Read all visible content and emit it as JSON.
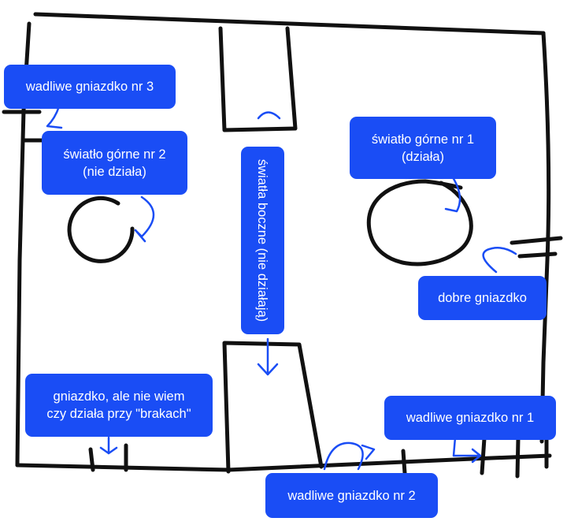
{
  "colors": {
    "ink": "#111111",
    "label_bg": "#1a4df5",
    "label_text": "#ffffff",
    "arrow": "#1a4df5"
  },
  "labels": {
    "wadliwe_3": "wadliwe gniazdko nr 3",
    "swiatlo_2": "światło górne nr 2\n(nie działa)",
    "swiatla_boczne": "światła boczne (nie działają)",
    "swiatlo_1": "światło górne nr 1\n(działa)",
    "dobre": "dobre gniazdko",
    "niewiem": "gniazdko, ale nie wiem\nczy działa przy \"brakach\"",
    "wadliwe_1": "wadliwe gniazdko nr 1",
    "wadliwe_2": "wadliwe gniazdko nr 2"
  }
}
